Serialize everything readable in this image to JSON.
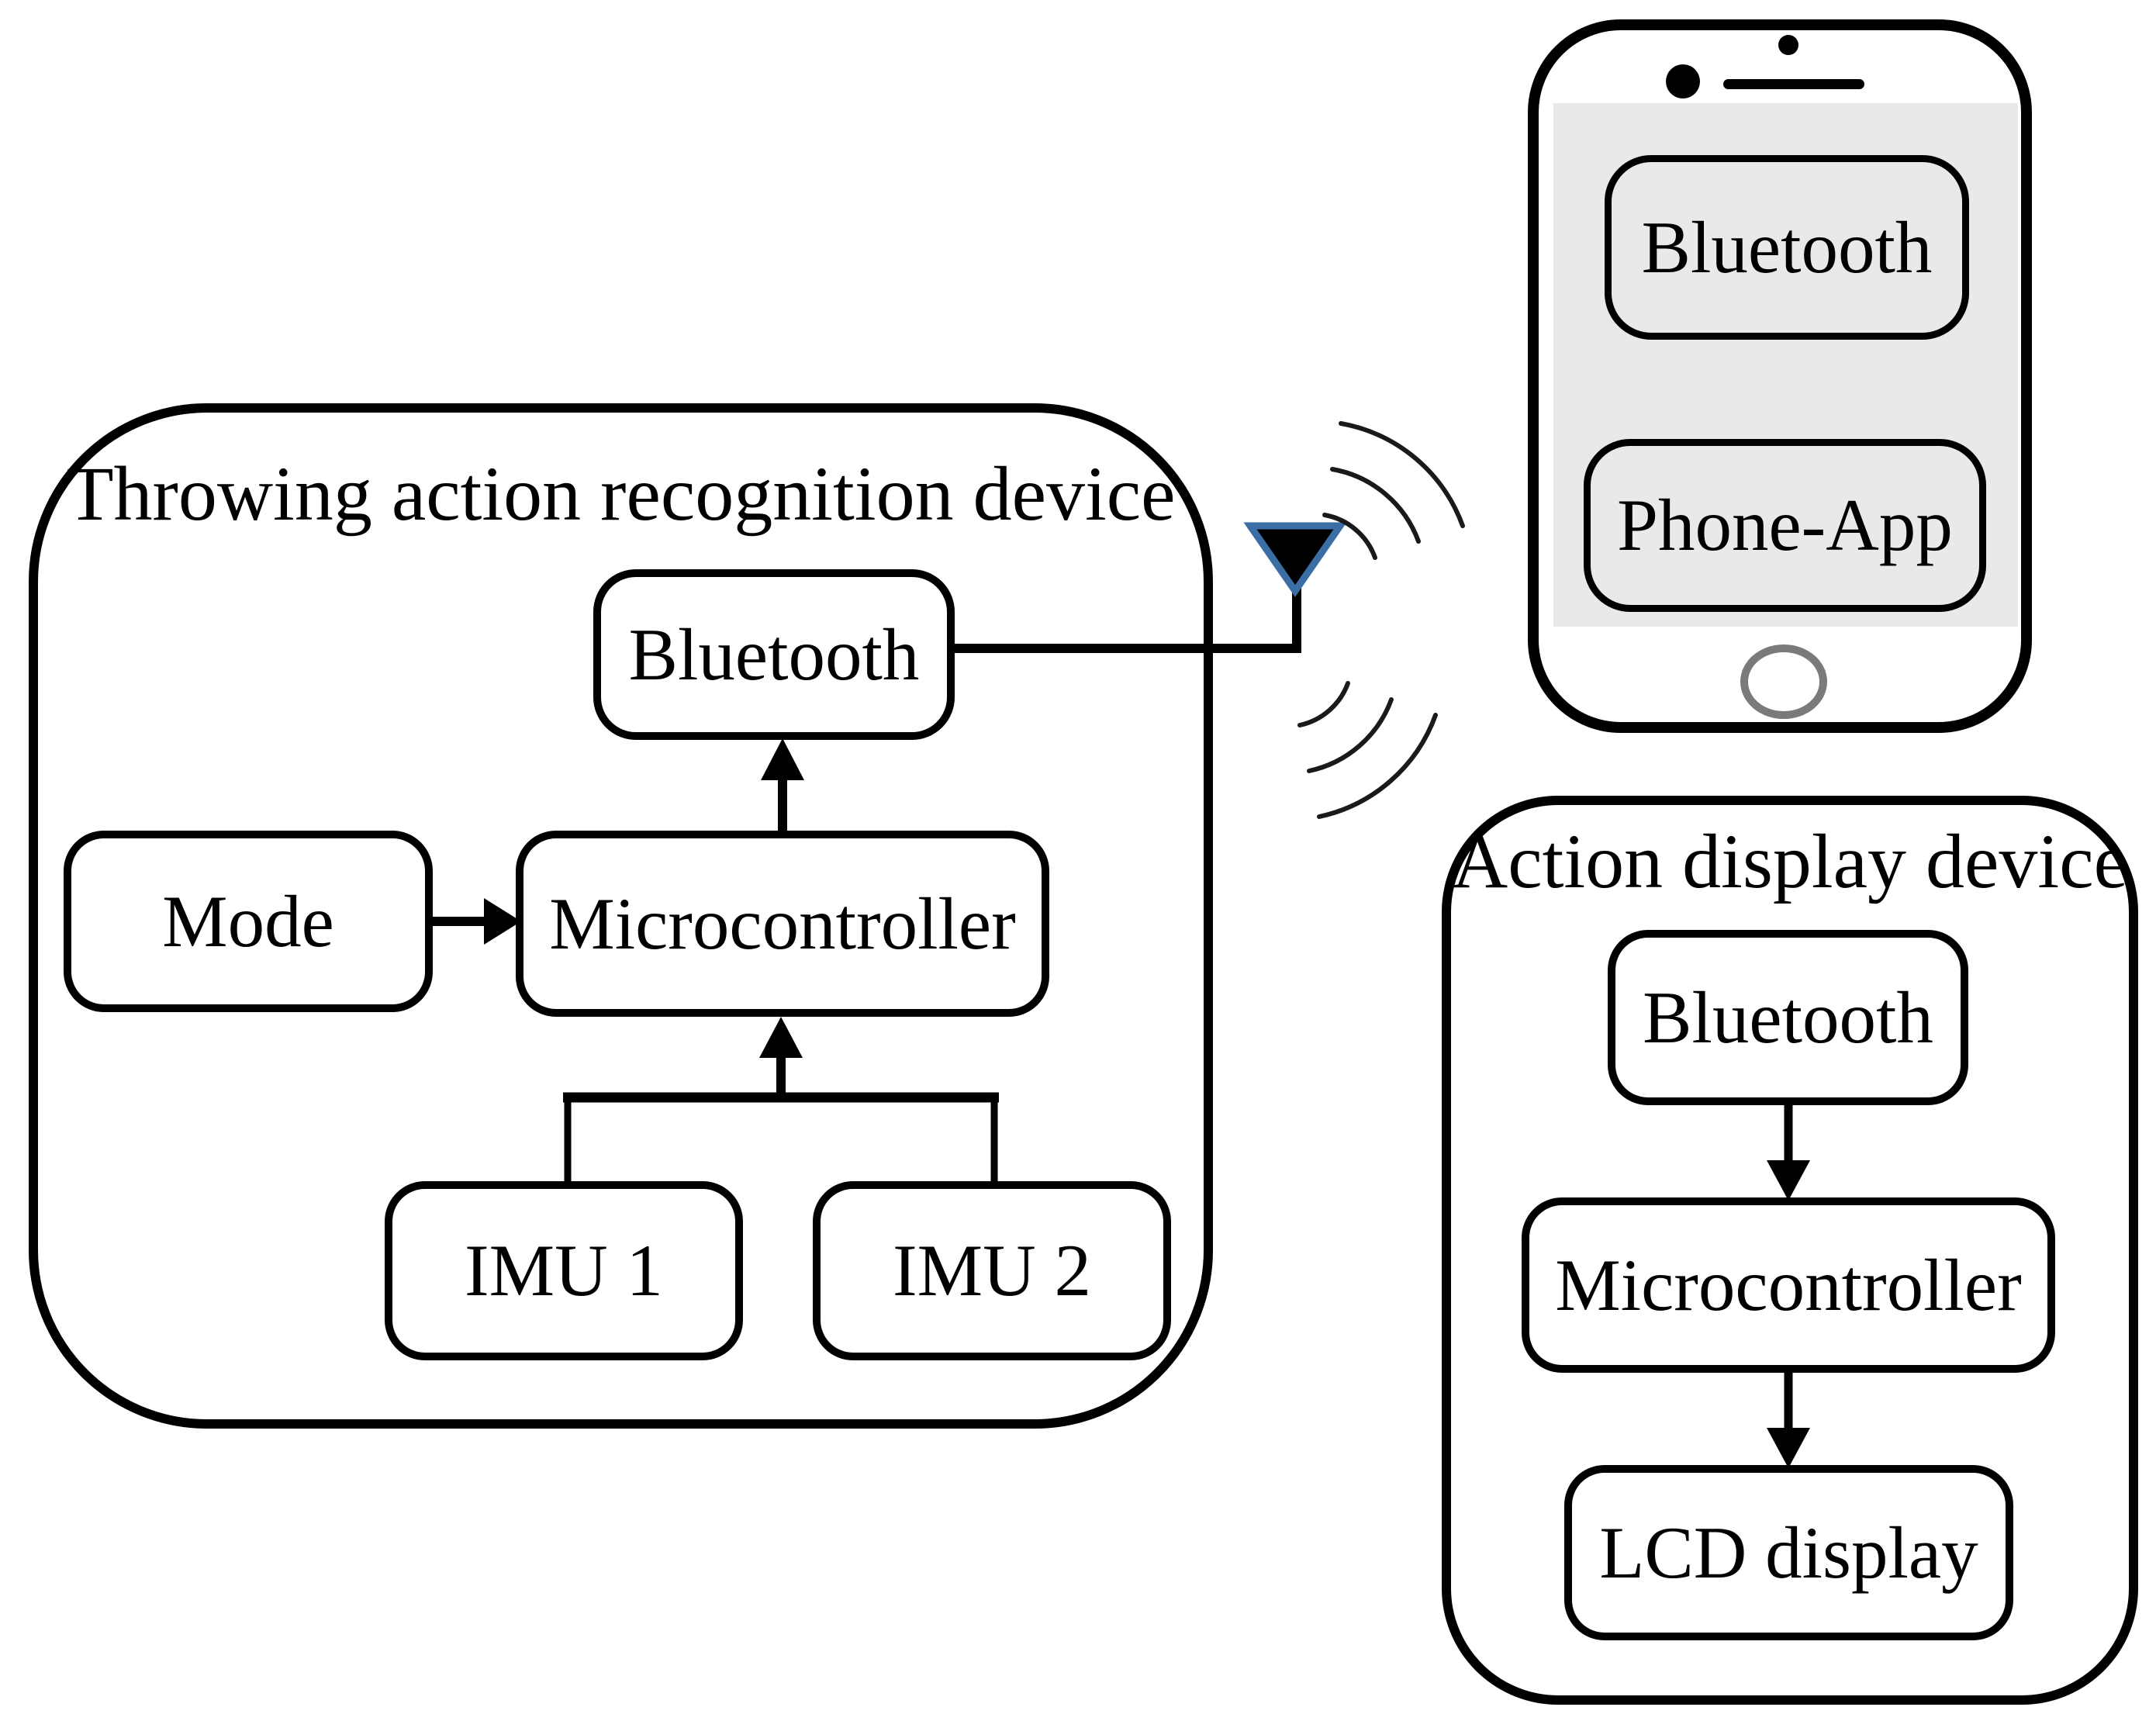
{
  "colors": {
    "stroke": "#000000",
    "antenna_blue": "#3a6ea5",
    "screen_gray": "#e9e9e9",
    "home_button_gray": "#7a7a7a"
  },
  "left_device": {
    "title": "Throwing action recognition device",
    "boxes": {
      "bluetooth": "Bluetooth",
      "mode": "Mode",
      "microcontroller": "Microcontroller",
      "imu1": "IMU 1",
      "imu2": "IMU 2"
    }
  },
  "phone": {
    "boxes": {
      "bluetooth": "Bluetooth",
      "app": "Phone-App"
    }
  },
  "right_device": {
    "title": "Action display device",
    "boxes": {
      "bluetooth": "Bluetooth",
      "microcontroller": "Microcontroller",
      "lcd": "LCD display"
    }
  }
}
